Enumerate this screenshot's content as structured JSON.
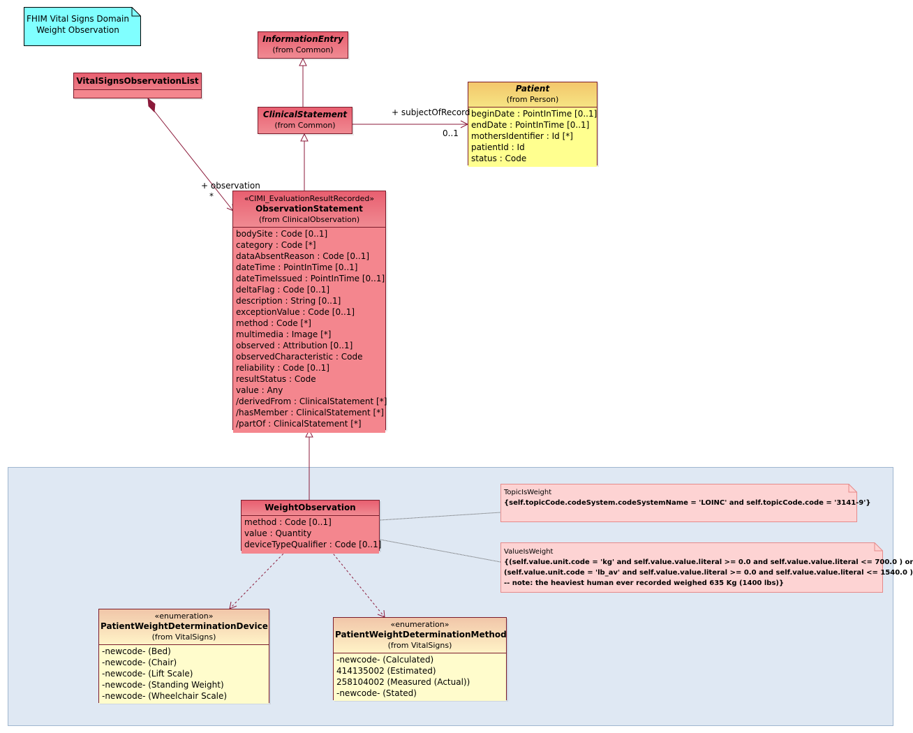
{
  "title_note": {
    "line1": "FHIM Vital Signs Domain",
    "line2": "Weight Observation"
  },
  "classes": {
    "information_entry": {
      "name": "InformationEntry",
      "from": "(from Common)"
    },
    "clinical_statement": {
      "name": "ClinicalStatement",
      "from": "(from Common)"
    },
    "vital_signs_list": {
      "name": "VitalSignsObservationList"
    },
    "patient": {
      "name": "Patient",
      "from": "(from Person)",
      "attributes": [
        "beginDate : PointInTime [0..1]",
        "endDate : PointInTime [0..1]",
        "mothersIdentifier : Id [*]",
        "patientId : Id",
        "status : Code"
      ]
    },
    "observation_statement": {
      "stereotype": "«CIMI_EvaluationResultRecorded»",
      "name": "ObservationStatement",
      "from": "(from ClinicalObservation)",
      "attributes": [
        "bodySite : Code [0..1]",
        "category : Code [*]",
        "dataAbsentReason : Code [0..1]",
        "dateTime : PointInTime [0..1]",
        "dateTimeIssued : PointInTime [0..1]",
        "deltaFlag : Code [0..1]",
        "description : String [0..1]",
        "exceptionValue : Code [0..1]",
        "method : Code [*]",
        "multimedia : Image [*]",
        "observed : Attribution [0..1]",
        "observedCharacteristic : Code",
        "reliability : Code [0..1]",
        "resultStatus : Code",
        "value : Any",
        "/derivedFrom : ClinicalStatement [*]",
        "/hasMember : ClinicalStatement [*]",
        "/partOf : ClinicalStatement [*]"
      ]
    },
    "weight_observation": {
      "name": "WeightObservation",
      "attributes": [
        "method : Code [0..1]",
        "value : Quantity",
        "deviceTypeQualifier : Code [0..1]"
      ]
    },
    "determination_device": {
      "stereotype": "«enumeration»",
      "name": "PatientWeightDeterminationDevice",
      "from": "(from VitalSigns)",
      "literals": [
        "-newcode- (Bed)",
        "-newcode- (Chair)",
        "-newcode- (Lift Scale)",
        "-newcode- (Standing Weight)",
        "-newcode- (Wheelchair Scale)"
      ]
    },
    "determination_method": {
      "stereotype": "«enumeration»",
      "name": "PatientWeightDeterminationMethod",
      "from": "(from VitalSigns)",
      "literals": [
        "-newcode- (Calculated)",
        "414135002 (Estimated)",
        "258104002 (Measured (Actual))",
        "-newcode- (Stated)"
      ]
    }
  },
  "associations": {
    "subject_role": "+ subjectOfRecord",
    "subject_mult": "0..1",
    "observation_role": "+ observation",
    "observation_mult": "*"
  },
  "constraints": {
    "topic": {
      "name": "TopicIsWeight",
      "body": "{self.topicCode.codeSystem.codeSystemName = 'LOINC' and self.topicCode.code = '3141-9'}"
    },
    "value": {
      "name": "ValueIsWeight",
      "lines": [
        "{(self.value.unit.code = 'kg' and self.value.value.literal >= 0.0 and self.value.value.literal <= 700.0 ) or",
        "(self.value.unit.code = 'lb_av' and self.value.value.literal >= 0.0 and self.value.value.literal <= 1540.0 )",
        "-- note: the heaviest human ever recorded weighed 635 Kg (1400 lbs)}"
      ]
    }
  },
  "colors": {
    "class_red": "#f4868e",
    "patient_yellow": "#ffff8f",
    "enum_yellow": "#fffccc",
    "note_cyan": "#80ffff",
    "note_pink": "#fdd3d3",
    "package_blue": "#dfe8f3",
    "line": "#8b1a3a"
  }
}
